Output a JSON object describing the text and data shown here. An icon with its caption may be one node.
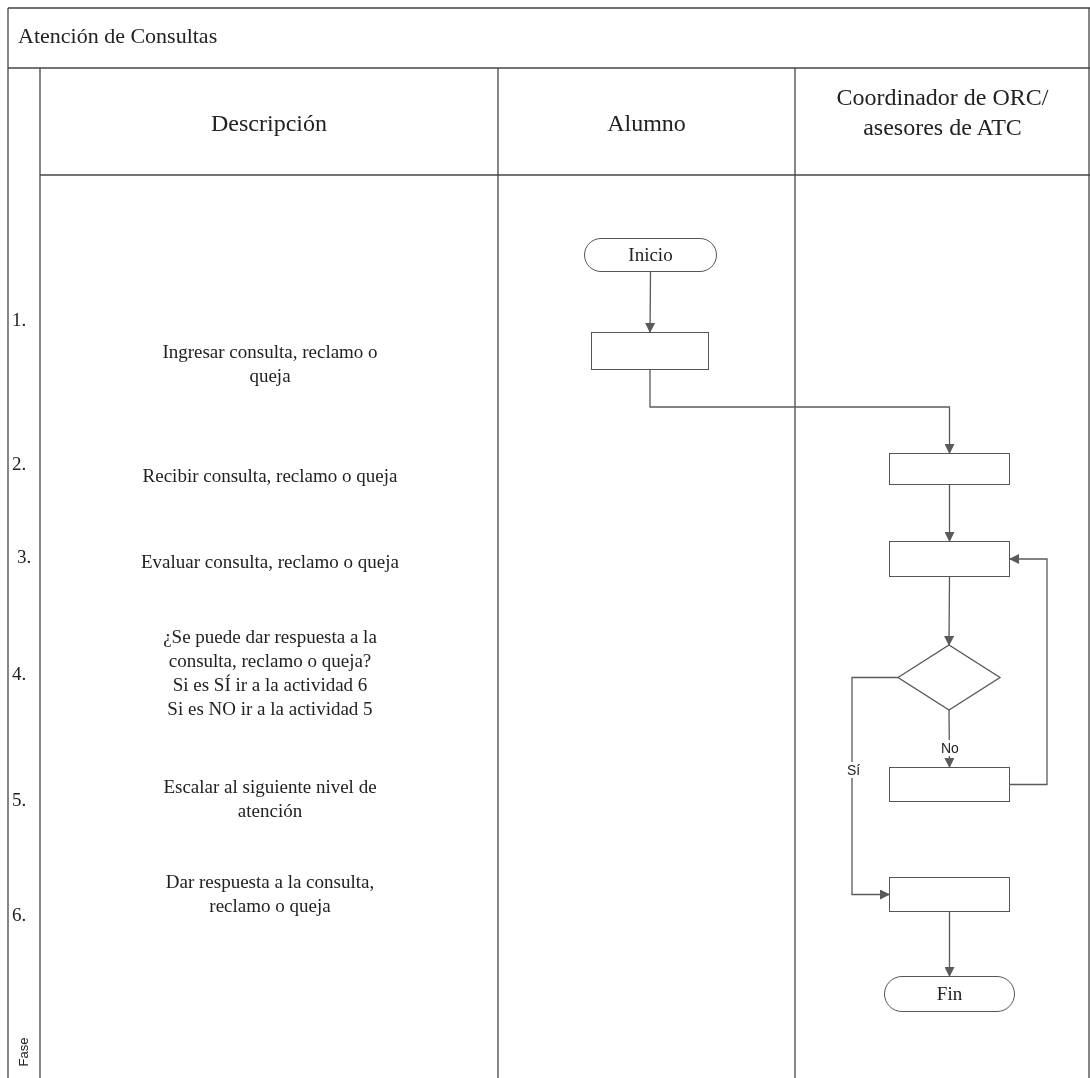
{
  "diagram": {
    "title": "Atención de Consultas",
    "nodes": [
      {
        "text": [
          "Inicio"
        ]
      },
      {
        "text": [],
        "shape": "box"
      },
      {
        "text": [],
        "shape": "box"
      },
      {
        "text": [],
        "shape": "box"
      },
      {
        "text": [],
        "shape": "diamond"
      },
      {
        "text": [],
        "shape": "box"
      },
      {
        "text": [],
        "shape": "box"
      },
      {
        "text": [
          "Fin"
        ]
      }
    ],
    "edges": [
      {
        "from": 0,
        "to": 1,
        "arrow": "to"
      },
      {
        "from": 1,
        "to": 2,
        "arrow": "to"
      },
      {
        "from": 2,
        "to": 3,
        "arrow": "to"
      },
      {
        "from": 3,
        "to": 4,
        "arrow": "to"
      },
      {
        "from": 4,
        "to": 5,
        "arrow": "to",
        "label": "No"
      },
      {
        "from": 5,
        "to": 3,
        "arrow": "to"
      },
      {
        "from": 4,
        "to": 6,
        "arrow": "to",
        "label": "Sí"
      },
      {
        "from": 6,
        "to": 7,
        "arrow": "to"
      }
    ],
    "labels": [
      "Descripción",
      "Alumno",
      "Coordinador de ORC/ asesores de ATC",
      "1.",
      "Ingresar consulta, reclamo o queja",
      "2.",
      "Recibir consulta, reclamo o queja",
      "3.",
      "Evaluar consulta, reclamo o queja",
      "4.",
      "¿Se puede dar respuesta a la consulta, reclamo o queja?",
      "Si es SÍ ir a la actividad 6",
      "Si es NO ir a la actividad 5",
      "5.",
      "Escalar al siguiente nivel de atención",
      "6.",
      "Dar respuesta a la consulta, reclamo o queja",
      "Fase"
    ]
  }
}
